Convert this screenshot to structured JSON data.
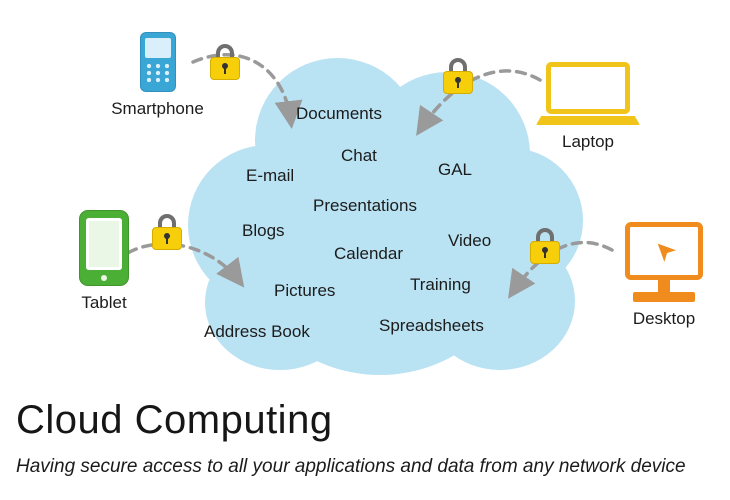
{
  "title": "Cloud Computing",
  "subtitle": "Having secure access to all your applications and data from any network device",
  "colors": {
    "cloud": "#b9e2f3",
    "lock_body": "#f6cf0a",
    "lock_shackle": "#6f6f6f",
    "smartphone": "#3aa6d6",
    "laptop": "#f0c419",
    "tablet": "#4caf35",
    "desktop": "#f08c1e",
    "arrow": "#9a9a9a",
    "text": "#1c1c1c"
  },
  "devices": [
    {
      "label": "Smartphone",
      "icon": "smartphone-icon"
    },
    {
      "label": "Laptop",
      "icon": "laptop-icon"
    },
    {
      "label": "Tablet",
      "icon": "tablet-icon"
    },
    {
      "label": "Desktop",
      "icon": "desktop-icon"
    }
  ],
  "cloud": {
    "items": [
      "Documents",
      "Chat",
      "E-mail",
      "GAL",
      "Presentations",
      "Blogs",
      "Calendar",
      "Video",
      "Pictures",
      "Training",
      "Address Book",
      "Spreadsheets"
    ]
  },
  "locks": {
    "icon": "padlock-icon"
  },
  "icons": {
    "cursor_glyph": "➤"
  }
}
